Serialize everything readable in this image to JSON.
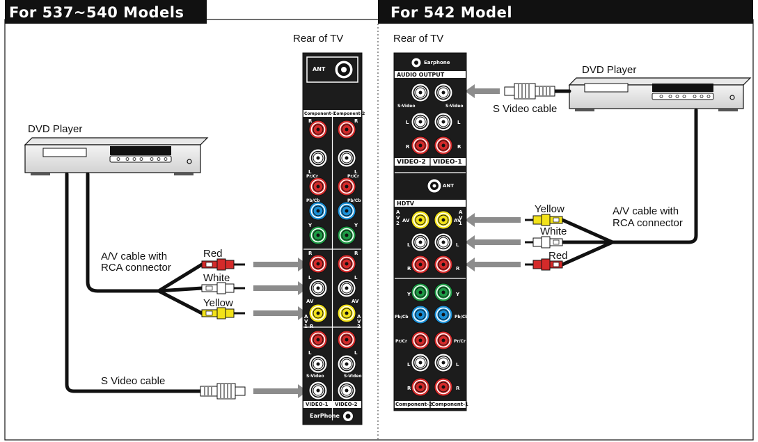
{
  "left": {
    "header": "For 537~540 Models",
    "rear_label": "Rear of TV",
    "player_label": "DVD Player",
    "av_cable_line1": "A/V cable with",
    "av_cable_line2": "RCA connector",
    "plug_red": "Red",
    "plug_white": "White",
    "plug_yellow": "Yellow",
    "svideo_cable": "S Video cable",
    "panel": {
      "ant": "ANT",
      "comp1": "Component-1",
      "comp2": "Component-2",
      "r": "R",
      "l": "L",
      "prcr": "Pr/Cr",
      "pbcb": "Pb/Cb",
      "y": "Y",
      "av": "AV",
      "av1": "AV1",
      "av2": "AV2",
      "svideo": "S-Video",
      "video1": "VIDEO-1",
      "video2": "VIDEO-2",
      "earphone": "EarPhone"
    }
  },
  "right": {
    "header": "For 542 Model",
    "rear_label": "Rear of TV",
    "player_label": "DVD Player",
    "svideo_cable": "S Video cable",
    "av_cable_line1": "A/V cable with",
    "av_cable_line2": "RCA connector",
    "plug_yellow": "Yellow",
    "plug_white": "White",
    "plug_red": "Red",
    "panel": {
      "earphone": "Earphone",
      "audio_output": "AUDIO OUTPUT",
      "svideo": "S-Video",
      "l": "L",
      "r": "R",
      "video2": "VIDEO-2",
      "video1": "VIDEO-1",
      "ant": "ANT",
      "hdtv": "HDTV",
      "av": "AV",
      "av2": "AV2",
      "av1": "AV1",
      "y": "Y",
      "pbcb": "Pb/Cb",
      "prcr": "Pr/Cr",
      "comp2": "Component-2",
      "comp1": "Component-1"
    }
  },
  "colors": {
    "red": "#d42a2a",
    "white": "#ffffff",
    "yellow": "#f2e21a",
    "green": "#1e9a45",
    "blue": "#1a8fd6",
    "arrow": "#8c8c8c",
    "panel": "#1c1c1c"
  }
}
